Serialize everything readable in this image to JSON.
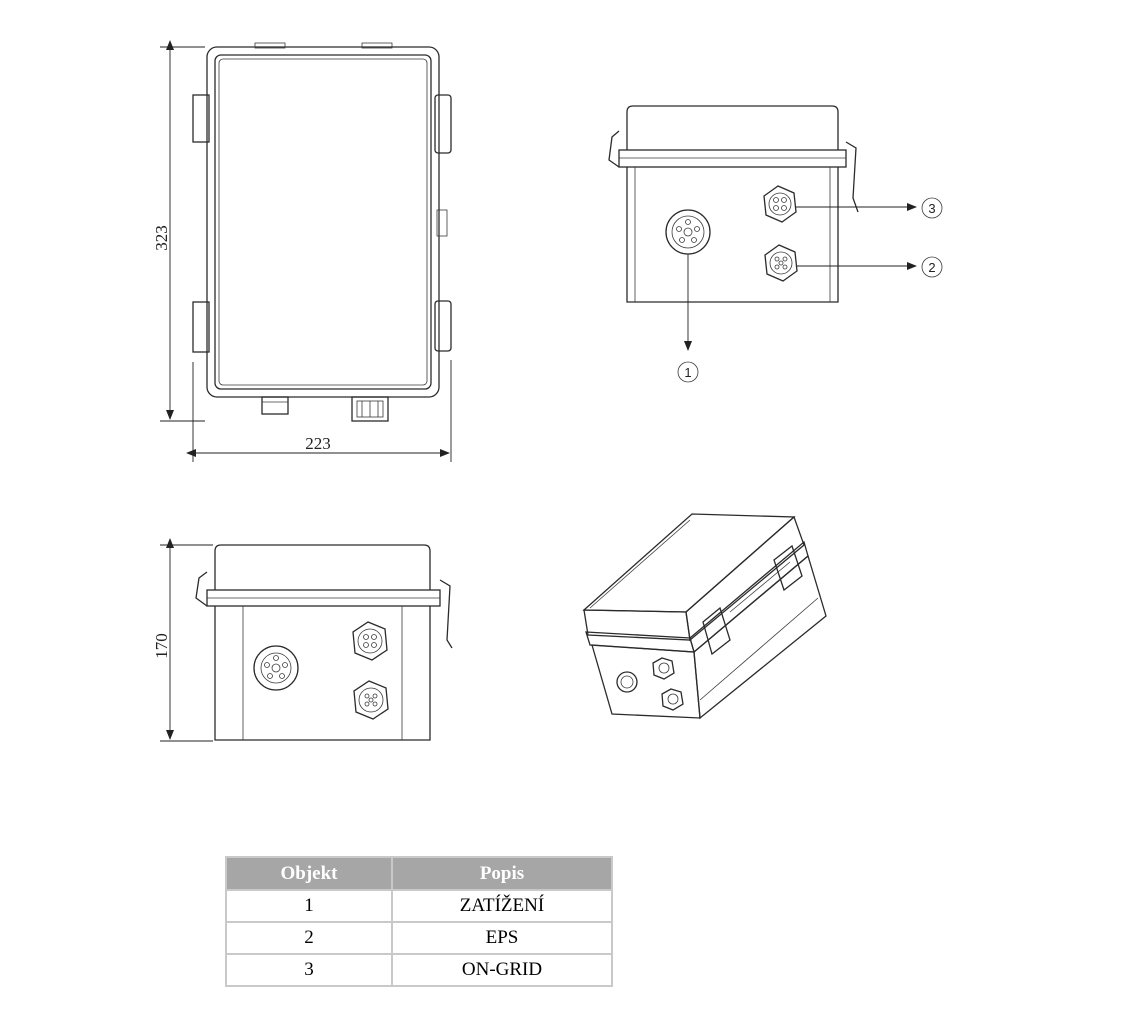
{
  "dimensions": {
    "height_front": "323",
    "width_front": "223",
    "height_side": "170"
  },
  "callouts": [
    "1",
    "2",
    "3"
  ],
  "table": {
    "headers": [
      "Objekt",
      "Popis"
    ],
    "rows": [
      [
        "1",
        "ZATÍŽENÍ"
      ],
      [
        "2",
        "EPS"
      ],
      [
        "3",
        "ON-GRID"
      ]
    ]
  },
  "colors": {
    "line": "#2b2b2b",
    "table_header_bg": "#a6a6a6",
    "table_header_text": "#ffffff",
    "table_border": "#c9c9c9"
  }
}
